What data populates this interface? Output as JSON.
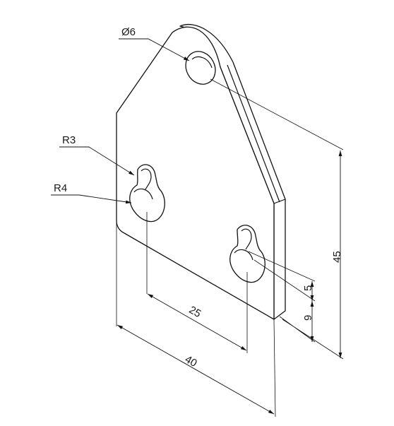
{
  "drawing": {
    "callouts": {
      "hole_diameter": "Ø6",
      "slot_small_radius": "R3",
      "slot_large_radius": "R4"
    },
    "dimensions": {
      "overall_width": "40",
      "slot_spacing": "25",
      "overall_height": "45",
      "slot_offset": "9",
      "slot_length": "5"
    }
  }
}
